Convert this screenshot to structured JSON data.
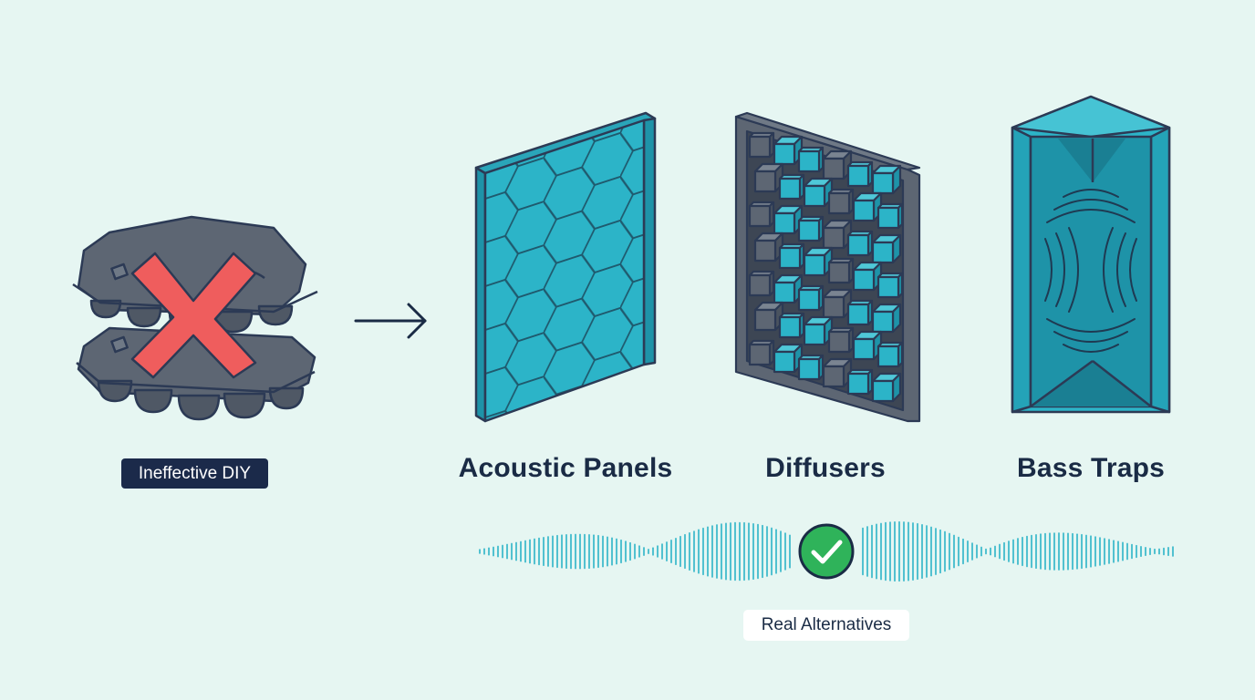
{
  "labels": {
    "diy_badge": "Ineffective DIY",
    "acoustic_panels": "Acoustic Panels",
    "diffusers": "Diffusers",
    "bass_traps": "Bass Traps",
    "real_badge": "Real Alternatives"
  },
  "icons": {
    "egg_crates": "egg-crate-stack-icon",
    "cross": "red-x-icon",
    "arrow": "arrow-right-icon",
    "panel": "hexagon-acoustic-panel-icon",
    "diffuser": "block-diffuser-icon",
    "bass_trap": "corner-bass-trap-icon",
    "waveform": "sound-wave-icon",
    "check": "check-circle-icon"
  },
  "colors": {
    "background": "#e6f6f2",
    "teal": "#2cb4c8",
    "teal_dark": "#1e93a8",
    "outline": "#2c3a55",
    "gray": "#5d6673",
    "gray_light": "#6f7986",
    "red": "#ef5d5d",
    "green": "#2fb35a",
    "navy": "#1b2a4a"
  }
}
